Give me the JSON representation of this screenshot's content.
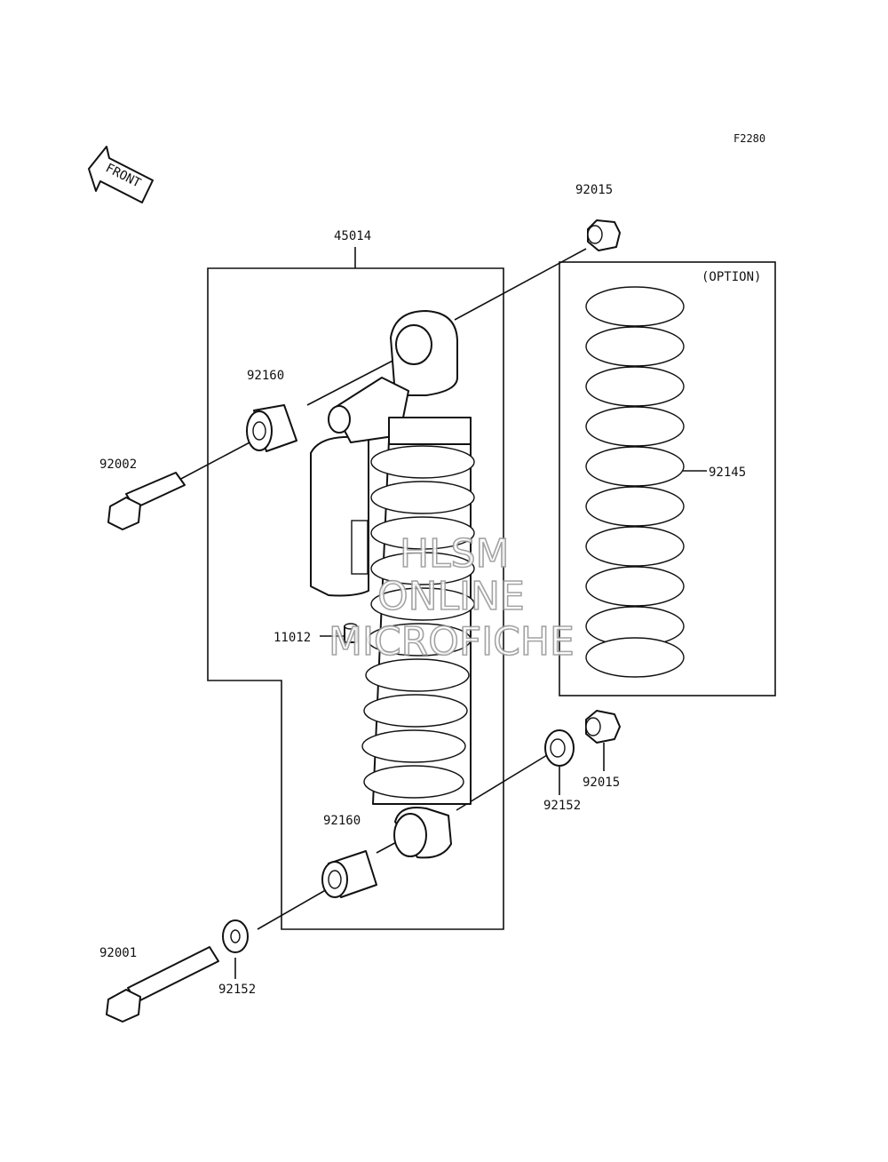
{
  "figure_id": "F2280",
  "front_arrow_text": "FRONT",
  "option_label": "(OPTION)",
  "watermark": {
    "line1": "HLSM",
    "line2": "ONLINE",
    "line3": "MICROFICHE"
  },
  "parts": {
    "shock_assembly": "45014",
    "nut_upper": "92015",
    "collar_upper": "92160",
    "bolt_upper": "92002",
    "spring_option": "92145",
    "nipple": "11012",
    "nut_lower": "92015",
    "bearing": "92152",
    "collar_lower": "92160",
    "bolt_lower": "92001",
    "washer_lower": "92152"
  }
}
